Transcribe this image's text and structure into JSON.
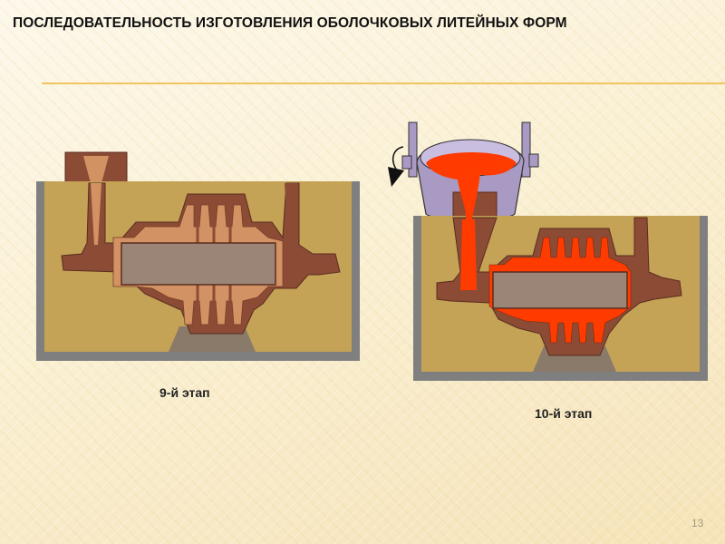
{
  "slide": {
    "title": "ПОСЛЕДОВАТЕЛЬНОСТЬ ИЗГОТОВЛЕНИЯ ОБОЛОЧКОВЫХ ЛИТЕЙНЫХ ФОРМ",
    "page_number": "13"
  },
  "stages": [
    {
      "caption": "9-й этап"
    },
    {
      "caption": "10-й этап"
    }
  ],
  "colors": {
    "flask_frame": "#7f7f7f",
    "sand": "#c4a256",
    "shell": "#8b4b35",
    "cavity": "#d29263",
    "core": "#9b8577",
    "base": "#8a7a6a",
    "molten_metal": "#ff3b00",
    "ladle": "#a99ac4",
    "accent_rule": "#f1c460"
  }
}
